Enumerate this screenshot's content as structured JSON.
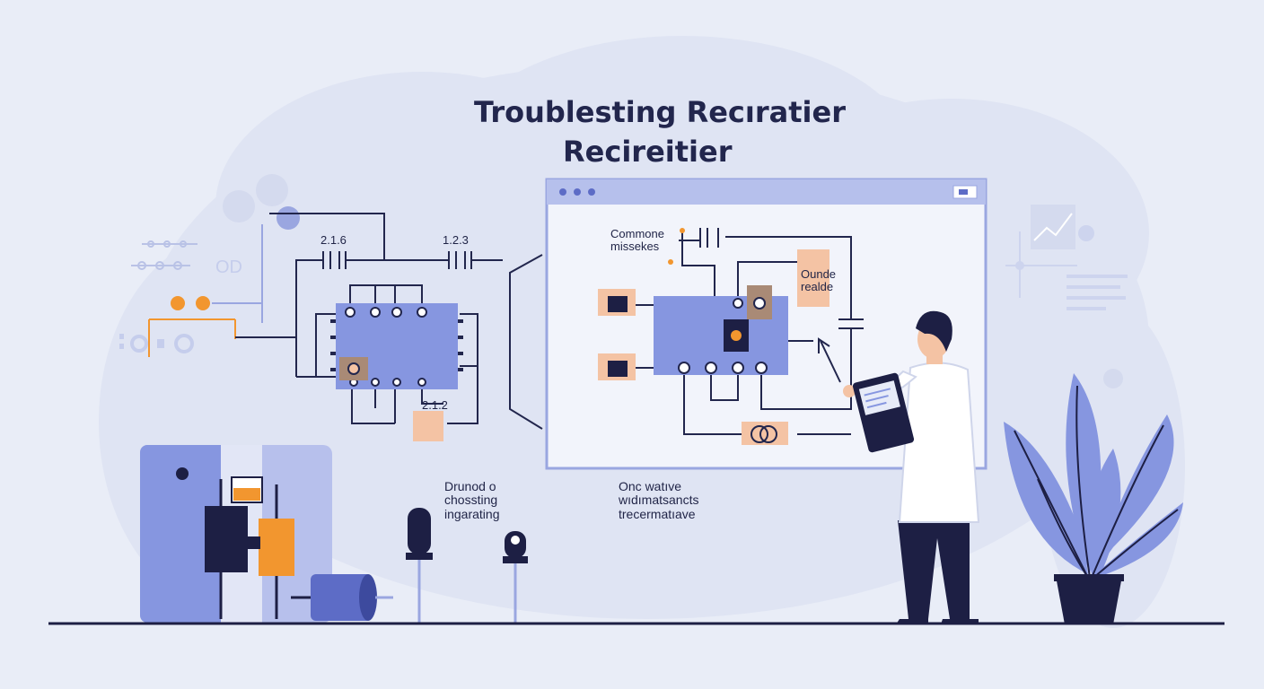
{
  "title": {
    "line1": "Troublesting Recıratier",
    "line2": "Recireitier"
  },
  "left_circuit": {
    "label_a": "2.1.6",
    "label_b": "1.2.3",
    "label_c": "2.1.2"
  },
  "left_deco": {
    "od_text": "OD"
  },
  "screen": {
    "mistakes_label": "Commone\nmissekes",
    "ounde_label": "Ounde\nrealde"
  },
  "captions": {
    "left": "Drunod o\nchossting\ningarating",
    "middle": "Onc watıve\nwıdımatsancts\ntrecermatıave"
  },
  "colors": {
    "background": "#e9edf7",
    "accent_blue": "#7b8ad6",
    "chip_blue": "#8696e0",
    "navy": "#1d1f44",
    "orange": "#f2962f",
    "peach": "#f4c3a4"
  },
  "icons": [
    "scientist-figure",
    "tablet-icon",
    "plant-icon",
    "chart-icon",
    "capacitor-icon",
    "resistor-icon"
  ]
}
